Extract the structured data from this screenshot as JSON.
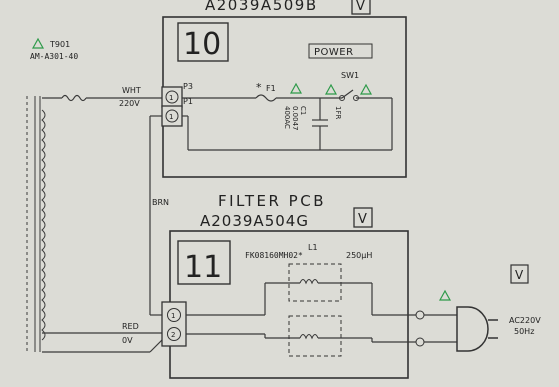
{
  "top_board": {
    "part_number": "A2039A509B",
    "version_box": "V",
    "board_number": "10",
    "power_label": "POWER",
    "fuse_label": "F1",
    "fuse_marker": "*",
    "switch_label": "SW1",
    "connector_p3": "P3",
    "connector_p1": "P1",
    "pin_1": "1",
    "capacitor_ref": "C1",
    "capacitor_value": "0.0047",
    "capacitor_voltage": "400AC",
    "capacitor_type": "1FR"
  },
  "transformer": {
    "ref": "T901",
    "part": "AM-A301-40",
    "wire_white": "WHT",
    "wire_white_voltage": "220V",
    "wire_red": "RED",
    "wire_red_voltage": "0V",
    "wire_brown": "BRN"
  },
  "filter_board": {
    "title": "FILTER PCB",
    "part_number": "A2039A504G",
    "version_box": "V",
    "board_number": "11",
    "inductor_ref": "L1",
    "inductor_part": "FK08160MH02*",
    "inductor_value": "250μH",
    "pin_1": "1",
    "pin_2": "2"
  },
  "ac_input": {
    "version_box": "V",
    "voltage": "AC220V",
    "frequency": "50Hz"
  },
  "colors": {
    "background": "#dcdcd6",
    "line": "#3a3a3a",
    "warning_triangle": "#2e9a4a"
  }
}
